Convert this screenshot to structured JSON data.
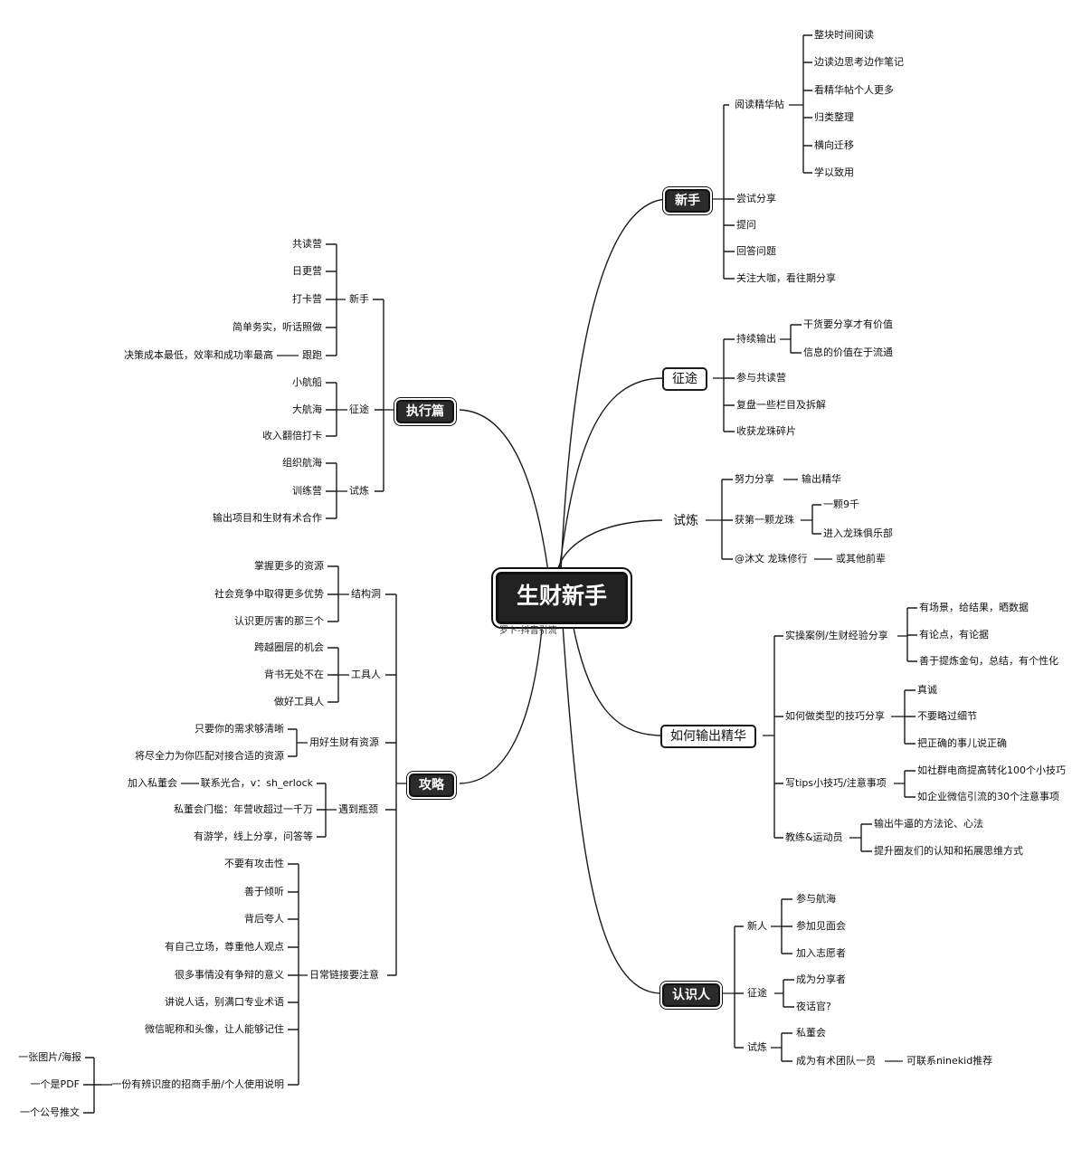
{
  "center": {
    "title": "生财新手",
    "subtitle": "罗卜-抖音引流"
  },
  "left": {
    "zhixing": {
      "label": "执行篇",
      "xinshou": {
        "label": "新手",
        "items": [
          "共读营",
          "日更营",
          "打卡营",
          "简单务实，听话照做",
          "跟跑"
        ],
        "gen_note": "决策成本最低，效率和成功率最高"
      },
      "zhengtu": {
        "label": "征途",
        "items": [
          "小航船",
          "大航海",
          "收入翻倍打卡"
        ]
      },
      "shilian": {
        "label": "试炼",
        "items": [
          "组织航海",
          "训练营",
          "输出项目和生财有术合作"
        ]
      }
    },
    "gonglue": {
      "label": "攻略",
      "jiegoudong": {
        "label": "结构洞",
        "items": [
          "掌握更多的资源",
          "社会竞争中取得更多优势",
          "认识更厉害的那三个"
        ]
      },
      "gongjuren": {
        "label": "工具人",
        "items": [
          "跨越圈层的机会",
          "背书无处不在",
          "做好工具人"
        ]
      },
      "yonghao": {
        "label": "用好生财有资源",
        "items": [
          "只要你的需求够清晰",
          "将尽全力为你匹配对接合适的资源"
        ]
      },
      "pingjing": {
        "label": "遇到瓶颈",
        "items": [
          "加入私董会",
          "私董会门槛：年营收超过一千万",
          "有游学，线上分享，问答等"
        ],
        "contact": "联系光合，v：sh_erlock"
      },
      "richang": {
        "label": "日常链接要注意",
        "items": [
          "不要有攻击性",
          "善于倾听",
          "背后夸人",
          "有自己立场，尊重他人观点",
          "很多事情没有争辩的意义",
          "讲说人话，别满口专业术语",
          "微信昵称和头像，让人能够记住",
          "一份有辨识度的招商手册/个人使用说明"
        ]
      },
      "shouce": {
        "items": [
          "一张图片/海报",
          "一个是PDF",
          "一个公号推文"
        ]
      }
    }
  },
  "right": {
    "xinshou": {
      "label": "新手",
      "yuedu": {
        "label": "阅读精华帖",
        "items": [
          "整块时间阅读",
          "边读边思考边作笔记",
          "看精华帖个人更多",
          "归类整理",
          "横向迁移",
          "学以致用"
        ]
      },
      "items": [
        "尝试分享",
        "提问",
        "回答问题",
        "关注大咖，看往期分享"
      ]
    },
    "zhengtu": {
      "label": "征途",
      "chixu": {
        "label": "持续输出",
        "items": [
          "干货要分享才有价值",
          "信息的价值在于流通"
        ]
      },
      "items": [
        "参与共读营",
        "复盘一些栏目及拆解",
        "收获龙珠碎片"
      ]
    },
    "shilian": {
      "label": "试炼",
      "nuli": {
        "label": "努力分享",
        "note": "输出精华"
      },
      "longzhu": {
        "label": "获第一颗龙珠",
        "items": [
          "一颗9千",
          "进入龙珠俱乐部"
        ]
      },
      "mowen": {
        "label": "@沐文 龙珠修行",
        "note": "或其他前辈"
      }
    },
    "shuchu": {
      "label": "如何输出精华",
      "shizhan": {
        "label": "实操案例/生财经验分享",
        "items": [
          "有场景，给结果，晒数据",
          "有论点，有论据",
          "善于提炼金句，总结，有个性化"
        ]
      },
      "ganhuo": {
        "label": "如何做类型的技巧分享",
        "items": [
          "真诚",
          "不要略过细节",
          "把正确的事儿说正确"
        ]
      },
      "tips": {
        "label": "写tips小技巧/注意事项",
        "items": [
          "如社群电商提高转化100个小技巧",
          "如企业微信引流的30个注意事项"
        ]
      },
      "jiaolian": {
        "label": "教练&运动员",
        "items": [
          "输出牛逼的方法论、心法",
          "提升圈友们的认知和拓展思维方式"
        ]
      }
    },
    "renshi": {
      "label": "认识人",
      "xinren": {
        "label": "新人",
        "items": [
          "参与航海",
          "参加见面会",
          "加入志愿者"
        ]
      },
      "zhengtu": {
        "label": "征途",
        "items": [
          "成为分享者",
          "夜话官?"
        ]
      },
      "shilian": {
        "label": "试炼",
        "items": [
          "私董会",
          "成为有术团队一员"
        ],
        "note": "可联系ninekid推荐"
      }
    }
  }
}
